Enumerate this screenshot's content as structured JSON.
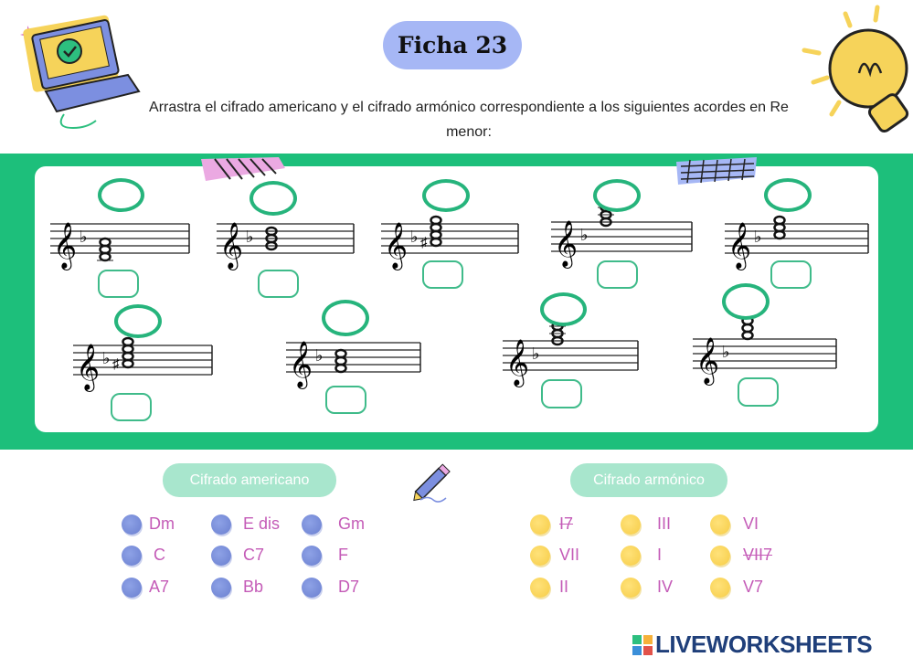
{
  "title": "Ficha 23",
  "instruction": "Arrastra el cifrado americano y el cifrado armónico correspondiente a los siguientes acordes en Re menor:",
  "sections": {
    "american": "Cifrado americano",
    "harmonic": "Cifrado armónico"
  },
  "american_options": [
    "Dm",
    "E dis",
    "Gm",
    "C",
    "C7",
    "F",
    "A7",
    "Bb",
    "D7"
  ],
  "harmonic_options": [
    {
      "text": "I7",
      "struck": true
    },
    {
      "text": "III"
    },
    {
      "text": "VI"
    },
    {
      "text": "VII"
    },
    {
      "text": "I"
    },
    {
      "text": "VII7",
      "struck": true
    },
    {
      "text": "II"
    },
    {
      "text": "IV"
    },
    {
      "text": "V7"
    }
  ],
  "logo": "LIVEWORKSHEETS",
  "colors": {
    "green": "#1dbf7b",
    "blue_pill": "#a6b7f5",
    "pink_text": "#c45bb7"
  }
}
